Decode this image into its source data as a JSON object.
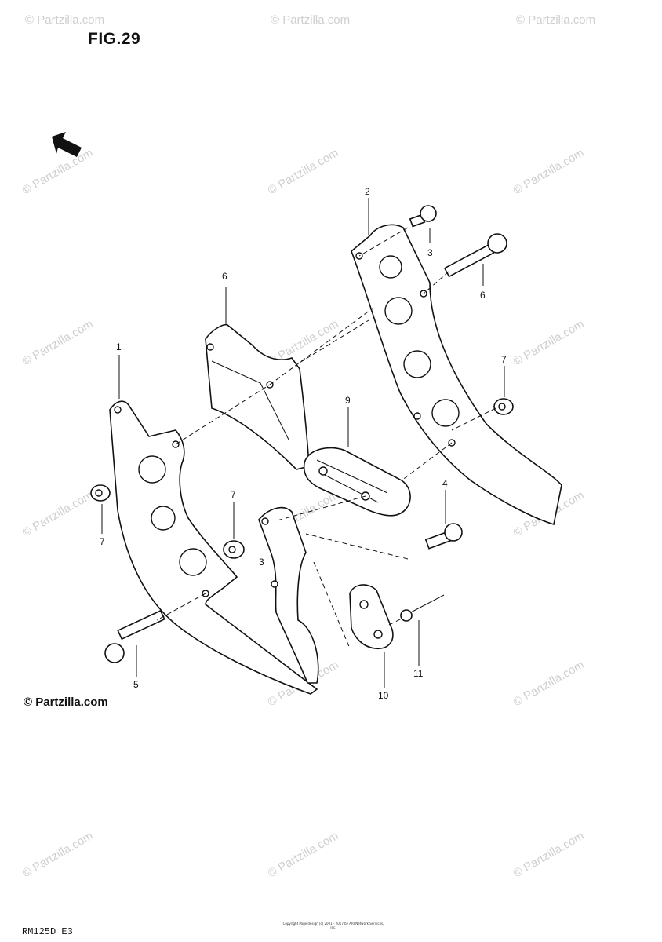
{
  "figure": {
    "title": "FIG.29",
    "model_code": "RM125D E3",
    "copyright": "© Partzilla.com",
    "footer_note": "Copyright Page design (c) 2001 - 2017 by ARI Network Services, Inc."
  },
  "watermark": {
    "text": "© Partzilla.com",
    "color": "#cfcfcf"
  },
  "callouts": [
    {
      "number": "1",
      "part": "left plate"
    },
    {
      "number": "2",
      "part": "right plate"
    },
    {
      "number": "3",
      "part": "bolt (upper)"
    },
    {
      "number": "3",
      "part": "bolt (center)"
    },
    {
      "number": "4",
      "part": "bolt"
    },
    {
      "number": "5",
      "part": "bolt"
    },
    {
      "number": "6",
      "part": "bolt"
    },
    {
      "number": "6",
      "part": "cover plate"
    },
    {
      "number": "7",
      "part": "nut (right)"
    },
    {
      "number": "7",
      "part": "nut (left)"
    },
    {
      "number": "7",
      "part": "nut (center)"
    },
    {
      "number": "9",
      "part": "cushion"
    },
    {
      "number": "10",
      "part": "pad"
    },
    {
      "number": "11",
      "part": "screw"
    }
  ],
  "icons": {
    "direction_arrow": "front-direction-arrow-icon"
  }
}
